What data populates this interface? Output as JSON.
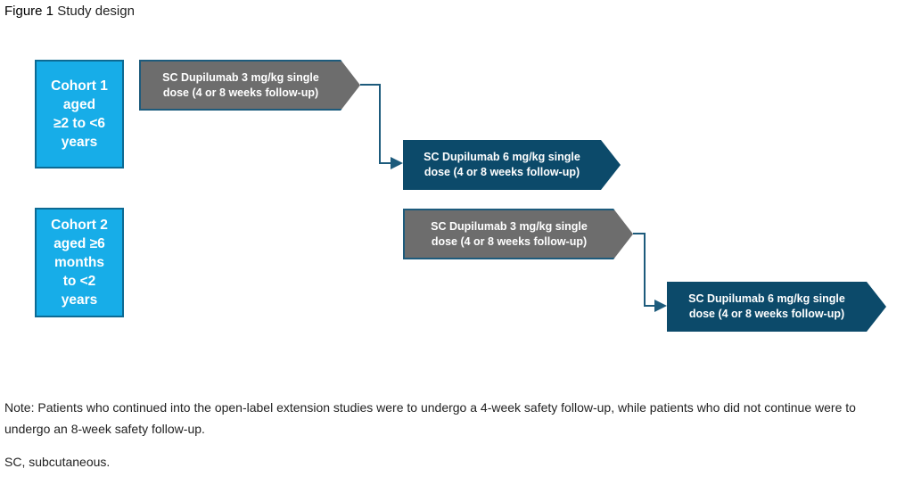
{
  "figure": {
    "label": "Figure 1",
    "title": "Study design"
  },
  "cohorts": [
    {
      "lines": [
        "Cohort 1",
        "aged",
        "≥2 to <6",
        "years"
      ]
    },
    {
      "lines": [
        "Cohort 2",
        "aged ≥6",
        "months",
        "to <2",
        "years"
      ]
    }
  ],
  "steps": [
    {
      "line1": "SC Dupilumab 3 mg/kg single",
      "line2": "dose (4 or 8 weeks follow-up)"
    },
    {
      "line1": "SC Dupilumab 6 mg/kg single",
      "line2": "dose (4 or 8 weeks follow-up)"
    },
    {
      "line1": "SC Dupilumab 3 mg/kg single",
      "line2": "dose (4 or 8 weeks follow-up)"
    },
    {
      "line1": "SC Dupilumab 6 mg/kg single",
      "line2": "dose (4 or 8 weeks follow-up)"
    }
  ],
  "notes": {
    "note": "Note: Patients who continued into the open-label extension studies were to undergo a 4-week safety follow-up, while patients who did not continue were to undergo an 8-week safety follow-up.",
    "abbrev": "SC, subcutaneous."
  },
  "colors": {
    "cohort": "#17ade8",
    "gray": "#6d6d6d",
    "dark": "#0c4a6a",
    "connector": "#1d5b7c"
  }
}
